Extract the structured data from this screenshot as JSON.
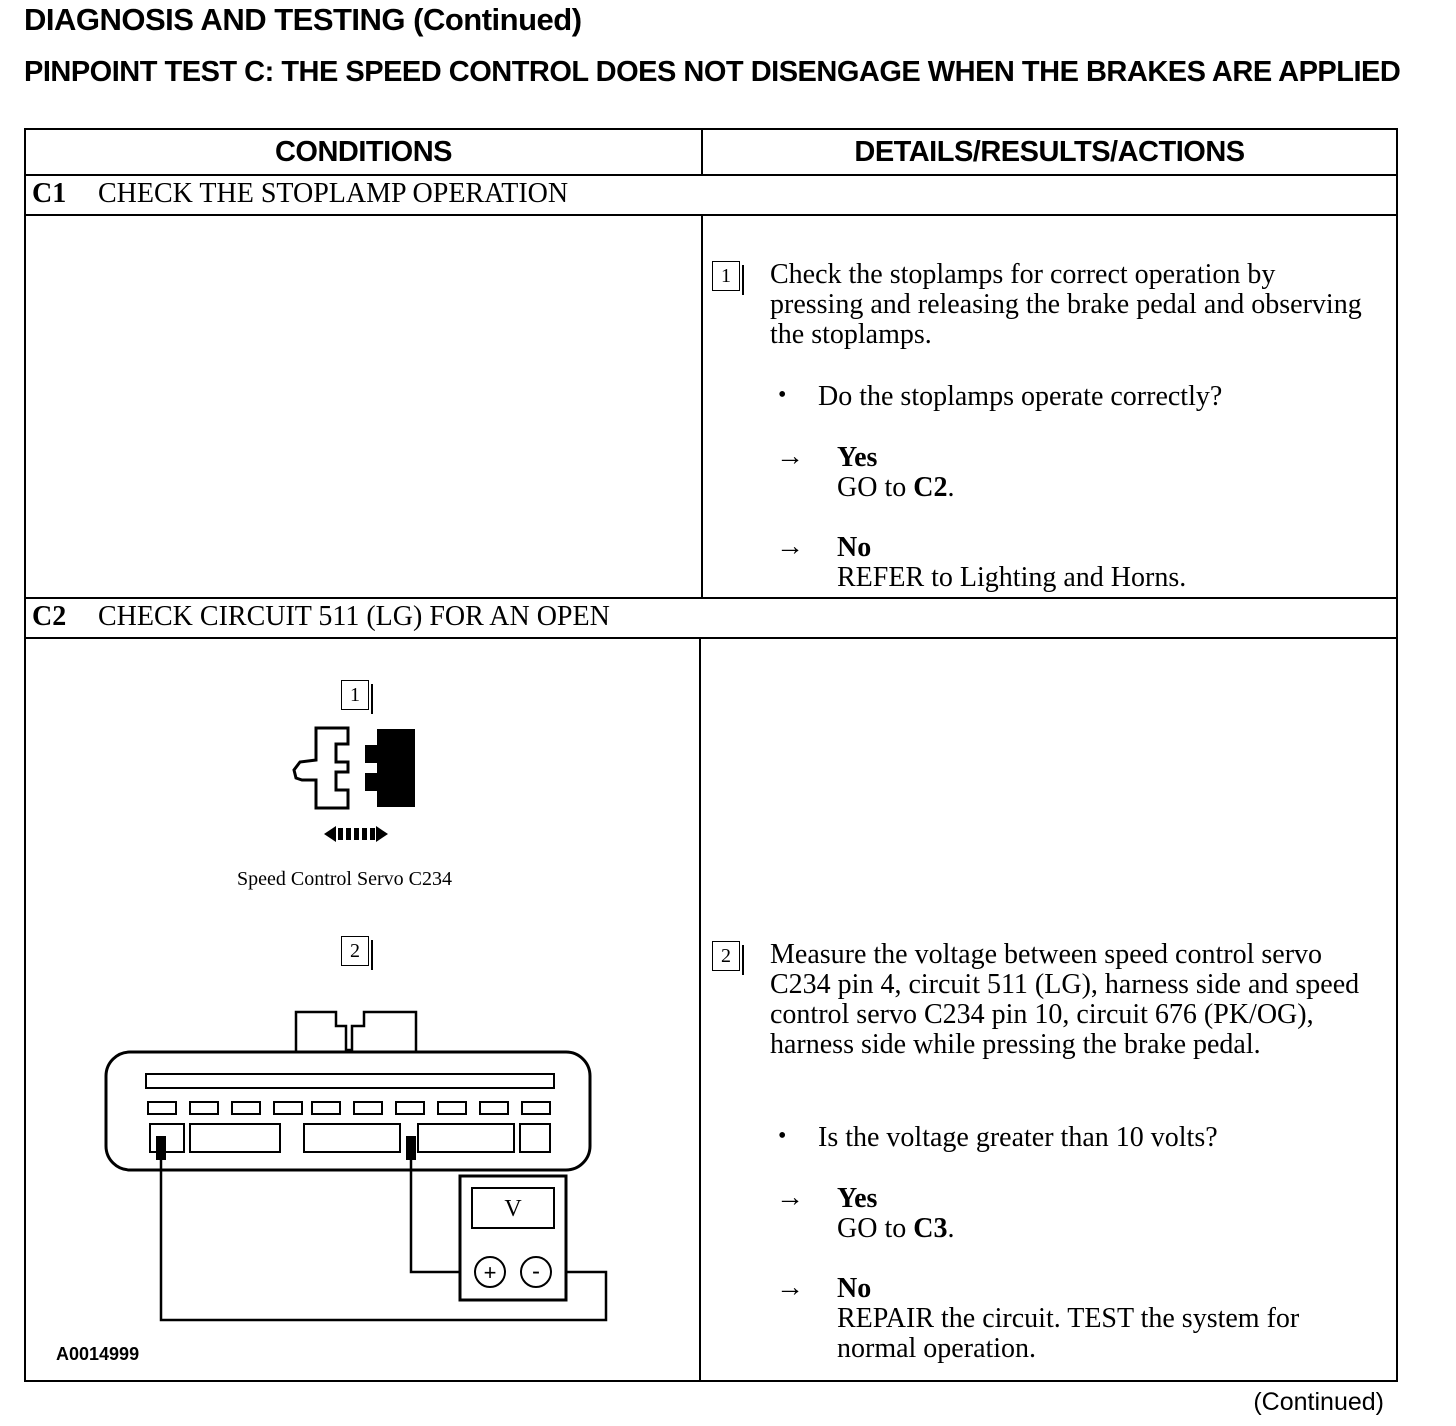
{
  "header": {
    "title": "DIAGNOSIS AND TESTING (Continued)",
    "test_title": "PINPOINT TEST C:  THE SPEED CONTROL DOES NOT DISENGAGE WHEN THE BRAKES ARE APPLIED"
  },
  "table": {
    "col_conditions": "CONDITIONS",
    "col_details": "DETAILS/RESULTS/ACTIONS"
  },
  "c1": {
    "code": "C1",
    "title": "CHECK THE STOPLAMP OPERATION",
    "step_num": "1",
    "instruction": "Check the stoplamps for correct operation by pressing and releasing the brake pedal and observing the stoplamps.",
    "question": "Do the stoplamps operate correctly?",
    "yes_label": "Yes",
    "yes_action_text": "GO to ",
    "yes_action_ref": "C2",
    "yes_action_end": ".",
    "no_label": "No",
    "no_action": "REFER to  Lighting and Horns."
  },
  "c2": {
    "code": "C2",
    "title": "CHECK CIRCUIT 511 (LG) FOR AN OPEN",
    "figure": {
      "step1_num": "1",
      "connector_label": "Speed Control Servo C234",
      "step2_num": "2",
      "meter_symbol": "V",
      "plus": "+",
      "minus": "-",
      "figure_code": "A0014999"
    },
    "step_num": "2",
    "instruction": "Measure the voltage between speed control servo C234 pin 4, circuit 511 (LG), harness side and speed control servo C234 pin 10, circuit 676 (PK/OG), harness side while pressing the brake pedal.",
    "question": "Is the voltage greater than 10 volts?",
    "yes_label": "Yes",
    "yes_action_text": "GO to ",
    "yes_action_ref": "C3",
    "yes_action_end": ".",
    "no_label": "No",
    "no_action": "REPAIR the circuit. TEST the system for normal operation."
  },
  "footer": {
    "continued": "(Continued)"
  },
  "symbols": {
    "bullet": "•",
    "arrow": "→"
  }
}
